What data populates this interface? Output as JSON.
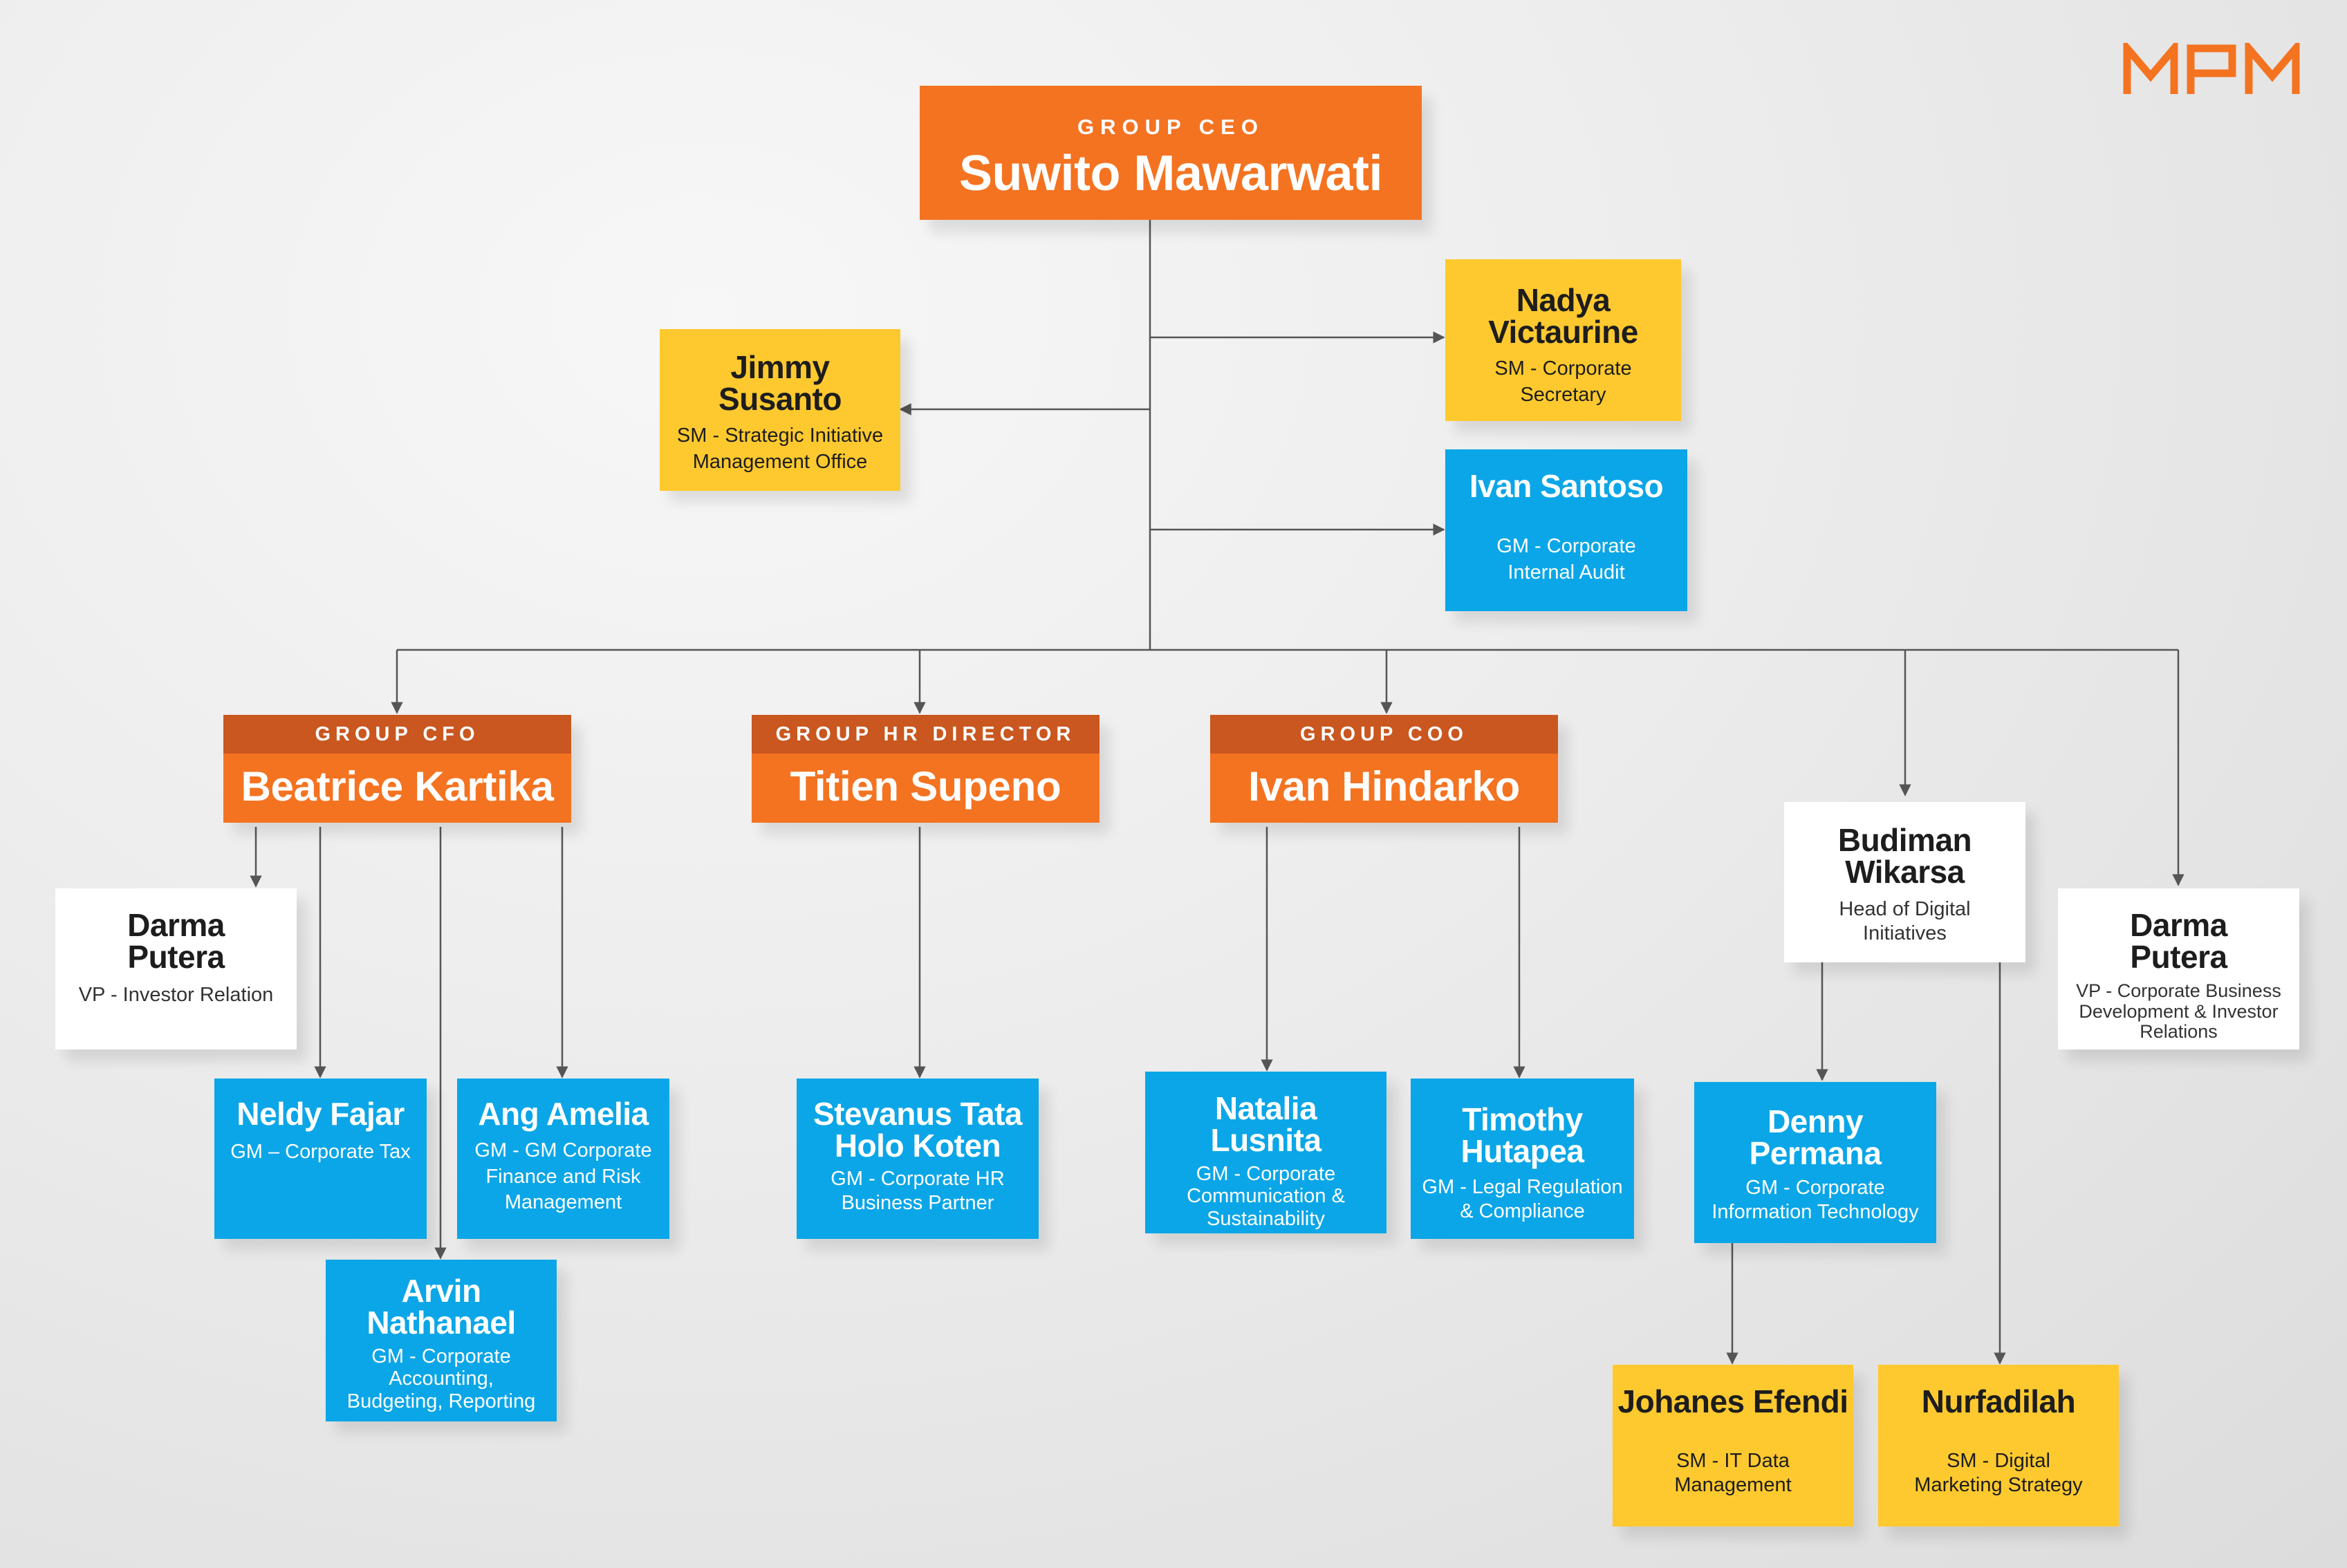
{
  "logo": {
    "text": "MPM",
    "color": "#f47321"
  },
  "colors": {
    "orange": "#f47321",
    "dark_orange": "#c9571f",
    "yellow": "#fec92f",
    "blue": "#0ba6e7",
    "white": "#ffffff",
    "line": "#555555"
  },
  "ceo": {
    "title": "GROUP CEO",
    "name": "Suwito Mawarwati"
  },
  "direct_reports": {
    "jimmy": {
      "name": "Jimmy Susanto",
      "role": "SM - Strategic Initiative Management Office"
    },
    "nadya": {
      "name": "Nadya Victaurine",
      "role": "SM - Corporate Secretary"
    },
    "ivan_s": {
      "name": "Ivan Santoso",
      "role": "GM - Corporate Internal Audit"
    }
  },
  "executives": {
    "cfo": {
      "title": "GROUP CFO",
      "name": "Beatrice Kartika"
    },
    "hr": {
      "title": "GROUP HR DIRECTOR",
      "name": "Titien Supeno"
    },
    "coo": {
      "title": "GROUP COO",
      "name": "Ivan Hindarko"
    }
  },
  "cfo_team": {
    "darma": {
      "name": "Darma Putera",
      "role": "VP - Investor Relation"
    },
    "neldy": {
      "name": "Neldy Fajar",
      "role": "GM – Corporate Tax"
    },
    "ang": {
      "name": "Ang Amelia",
      "role": "GM - GM Corporate Finance and Risk Management"
    },
    "arvin": {
      "name": "Arvin Nathanael",
      "role": "GM - Corporate Accounting, Budgeting, Reporting"
    }
  },
  "hr_team": {
    "stevanus": {
      "name": "Stevanus Tata Holo Koten",
      "role": "GM - Corporate HR Business Partner"
    }
  },
  "coo_team": {
    "natalia": {
      "name": "Natalia Lusnita",
      "role": "GM - Corporate Communication & Sustainability"
    },
    "timothy": {
      "name": "Timothy Hutapea",
      "role": "GM - Legal Regulation & Compliance"
    }
  },
  "digital": {
    "budiman": {
      "name": "Budiman Wikarsa",
      "role": "Head of Digital Initiatives"
    },
    "denny": {
      "name": "Denny Permana",
      "role": "GM - Corporate Information Technology"
    },
    "johanes": {
      "name": "Johanes Efendi",
      "role": "SM - IT Data Management"
    },
    "nurfadilah": {
      "name": "Nurfadilah",
      "role": "SM - Digital Marketing Strategy"
    }
  },
  "darma_bd": {
    "name": "Darma Putera",
    "role": "VP - Corporate Business Development & Investor Relations"
  }
}
